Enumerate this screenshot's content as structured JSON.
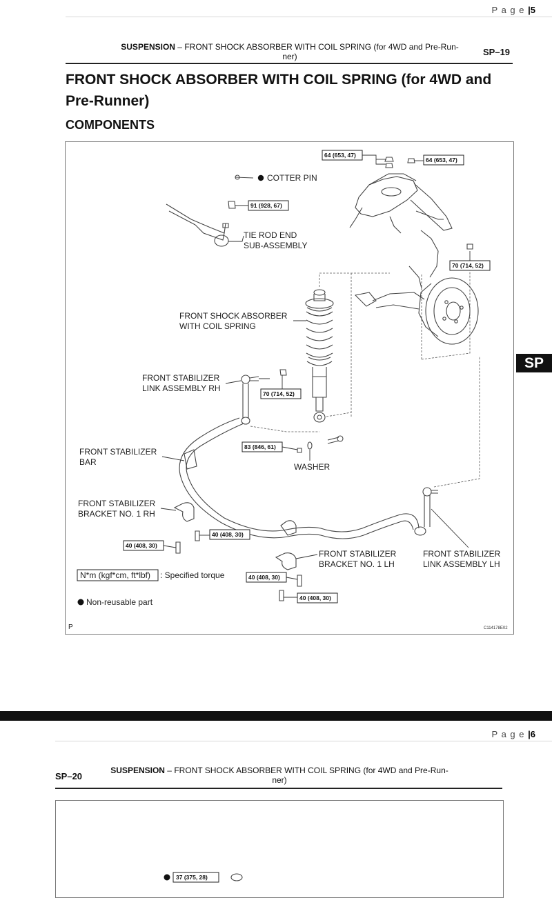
{
  "page1": {
    "page_label": "P a g e",
    "page_sep": "|",
    "page_number": "5",
    "header_section": "SUSPENSION",
    "header_dash": "–",
    "header_line1": "FRONT SHOCK ABSORBER WITH COIL SPRING (for 4WD and Pre-Run-",
    "header_line2": "ner)",
    "sp_code": "SP–19",
    "title": "FRONT SHOCK ABSORBER WITH COIL SPRING (for 4WD and Pre-Runner)",
    "subtitle": "COMPONENTS",
    "side_tab": "SP"
  },
  "diagram": {
    "labels": {
      "cotter_pin": "COTTER PIN",
      "tie_rod_1": "TIE ROD END",
      "tie_rod_2": "SUB-ASSEMBLY",
      "shock_1": "FRONT SHOCK ABSORBER",
      "shock_2": "WITH COIL SPRING",
      "link_rh_1": "FRONT STABILIZER",
      "link_rh_2": "LINK ASSEMBLY RH",
      "bar_1": "FRONT STABILIZER",
      "bar_2": "BAR",
      "washer": "WASHER",
      "bracket_rh_1": "FRONT STABILIZER",
      "bracket_rh_2": "BRACKET NO. 1 RH",
      "bracket_lh_1": "FRONT STABILIZER",
      "bracket_lh_2": "BRACKET NO. 1 LH",
      "link_lh_1": "FRONT STABILIZER",
      "link_lh_2": "LINK ASSEMBLY LH",
      "legend_torque_box": "N*m (kgf*cm, ft*lbf)",
      "legend_torque_text": ": Specified torque",
      "legend_nonreusable": "Non-reusable part",
      "corner_p": "P",
      "figure_code": "C114178E02"
    },
    "torques": {
      "t_64a": "64 (653, 47)",
      "t_64b": "64 (653, 47)",
      "t_91": "91 (928, 67)",
      "t_70a": "70 (714, 52)",
      "t_70b": "70 (714, 52)",
      "t_83": "83 (846, 61)",
      "t_40a": "40 (408, 30)",
      "t_40b": "40 (408, 30)",
      "t_40c": "40 (408, 30)",
      "t_40d": "40 (408, 30)"
    }
  },
  "page2": {
    "page_label": "P a g e",
    "page_sep": "|",
    "page_number": "6",
    "sp_code": "SP–20",
    "header_section": "SUSPENSION",
    "header_dash": "–",
    "header_line1": "FRONT SHOCK ABSORBER WITH COIL SPRING (for 4WD and Pre-Run-",
    "header_line2": "ner)",
    "partial_torque": "37 (375, 28)"
  }
}
